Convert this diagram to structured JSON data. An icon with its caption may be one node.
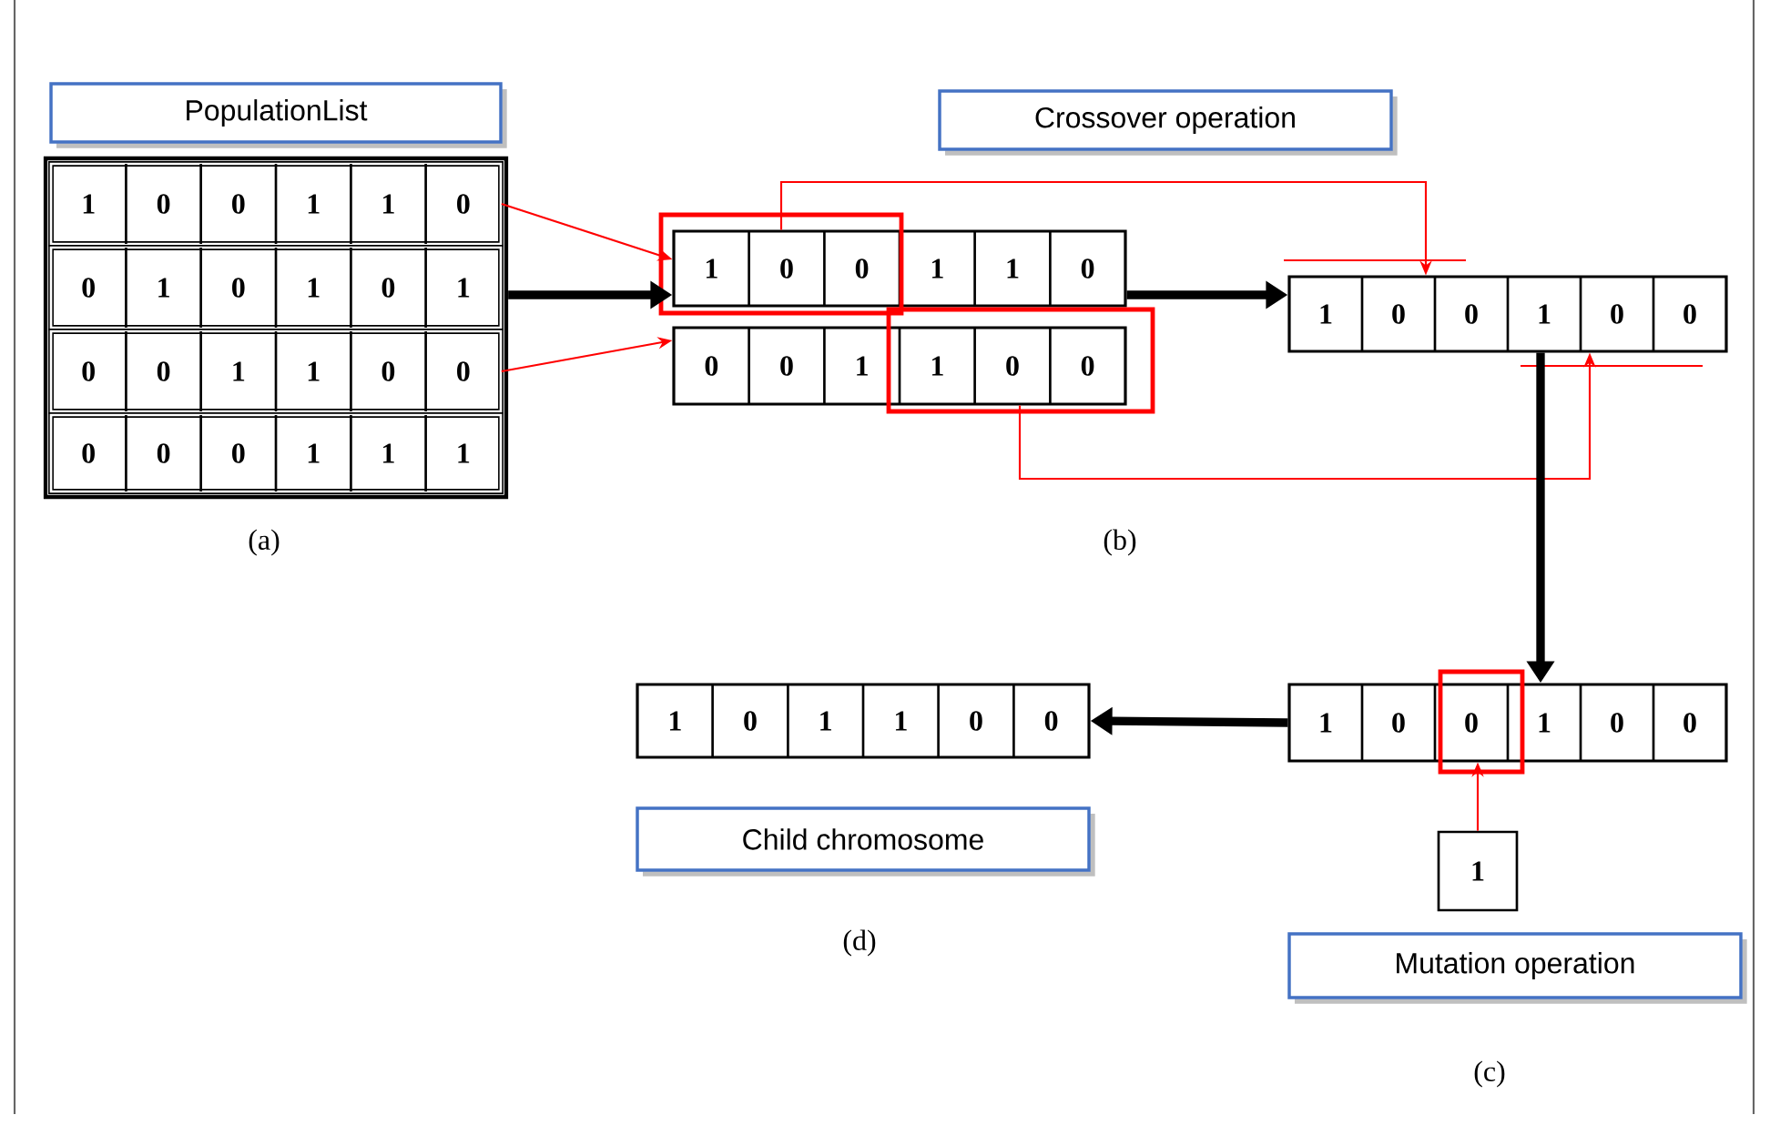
{
  "diagram": {
    "nodes": [
      {
        "text": [
          "PopulationList"
        ]
      },
      {
        "text": [],
        "shape": "box"
      },
      {
        "text": [
          "1",
          "0",
          "0",
          "1",
          "1",
          "0"
        ],
        "in": 1
      },
      {
        "text": [
          "0",
          "1",
          "0",
          "1",
          "0",
          "1"
        ],
        "in": 1
      },
      {
        "text": [
          "0",
          "0",
          "1",
          "1",
          "0",
          "0"
        ],
        "in": 1
      },
      {
        "text": [
          "0",
          "0",
          "0",
          "1",
          "1",
          "1"
        ],
        "in": 1
      },
      {
        "text": [
          "Crossover operation"
        ]
      },
      {
        "text": [
          "1",
          "0",
          "0",
          "1",
          "1",
          "0"
        ]
      },
      {
        "text": [
          "0",
          "0",
          "1",
          "1",
          "0",
          "0"
        ]
      },
      {
        "text": [
          "1",
          "0",
          "0",
          "1",
          "0",
          "0"
        ]
      },
      {
        "text": [
          "1",
          "0",
          "0",
          "1",
          "0",
          "0"
        ]
      },
      {
        "text": [
          "1"
        ]
      },
      {
        "text": [
          "Mutation operation"
        ]
      },
      {
        "text": [
          "1",
          "0",
          "1",
          "1",
          "0",
          "0"
        ]
      },
      {
        "text": [
          "Child chromosome"
        ]
      }
    ],
    "edges": [
      {
        "from": 2,
        "to": 7,
        "arrow": "to"
      },
      {
        "from": 4,
        "to": 8,
        "arrow": "to"
      },
      {
        "from": 1,
        "to": 7,
        "arrow": "to",
        "style": "thick",
        "color": "#000000"
      },
      {
        "from": 7,
        "to": 9,
        "arrow": "to",
        "style": "thick",
        "color": "#000000"
      },
      {
        "from": 7,
        "to": 9,
        "arrow": "to"
      },
      {
        "from": 8,
        "to": 9,
        "arrow": "to"
      },
      {
        "from": 9,
        "to": 10,
        "arrow": "to",
        "style": "thick",
        "color": "#000000"
      },
      {
        "from": 11,
        "to": 10,
        "arrow": "to"
      },
      {
        "from": 10,
        "to": 13,
        "arrow": "to",
        "style": "thick",
        "color": "#000000"
      }
    ],
    "labels": [
      "(a)",
      "(b)",
      "(d)",
      "(c)"
    ]
  }
}
